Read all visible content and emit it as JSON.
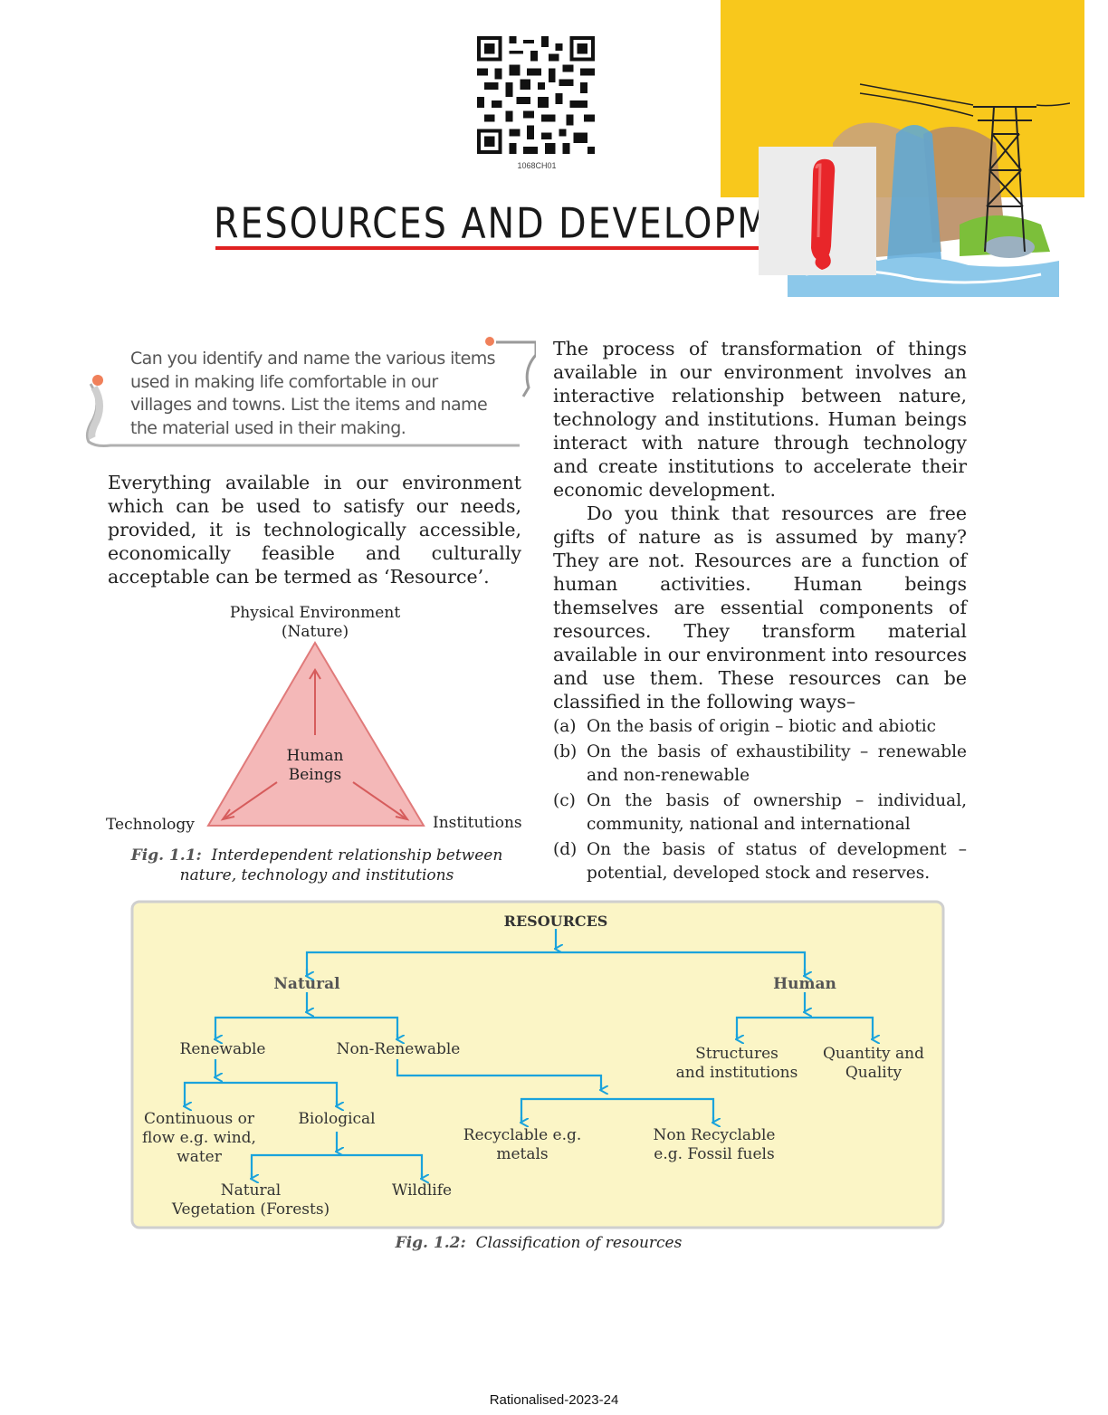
{
  "header": {
    "qr_code_label": "1068CH01",
    "chapter_title": "RESOURCES AND DEVELOPMENT",
    "colors": {
      "accent_yellow": "#f8c81c",
      "rule_red": "#e02020",
      "numeral_red": "#e8262a"
    }
  },
  "question_box": {
    "text": "Can you identify and name the various items used in making life comfortable in our villages and towns. List the items and name the material used in their making."
  },
  "left_paragraph": "Everything available in our environment which can be used to satisfy our needs, provided, it is technologically accessible, economically feasible and culturally acceptable can be termed as ‘Resource’.",
  "right_column": {
    "p1": "The process of transformation of things available in our environment involves an interactive relationship between nature, technology and institutions. Human beings interact with nature through technology and create institutions to accelerate their economic development.",
    "p2": "Do you think that resources are free gifts of nature as is assumed by many? They are not. Resources are a function of human activities. Human beings themselves are essential components of resources. They transform material available in our environment into resources and use them. These resources can be classified in the following ways–",
    "list": [
      {
        "marker": "(a)",
        "text": "On the basis of origin – biotic and abiotic"
      },
      {
        "marker": "(b)",
        "text": "On the basis of exhaustibility – renewable and non-renewable"
      },
      {
        "marker": "(c)",
        "text": "On the basis of ownership – individual, community, national and international"
      },
      {
        "marker": "(d)",
        "text": "On the basis of status of development – potential, developed stock and reserves."
      }
    ]
  },
  "fig11": {
    "top_label_1": "Physical Environment",
    "top_label_2": "(Nature)",
    "center_1": "Human",
    "center_2": "Beings",
    "left_label": "Technology",
    "right_label": "Institutions",
    "caption_num": "Fig. 1.1:",
    "caption_1": "Interdependent relationship between",
    "caption_2": "nature, technology and institutions"
  },
  "fig12": {
    "root": "RESOURCES",
    "natural": "Natural",
    "human": "Human",
    "renewable": "Renewable",
    "non_renewable": "Non-Renewable",
    "structures_1": "Structures",
    "structures_2": "and institutions",
    "quantity_1": "Quantity and",
    "quantity_2": "Quality",
    "continuous_1": "Continuous or",
    "continuous_2": "flow e.g. wind,",
    "continuous_3": "water",
    "biological": "Biological",
    "recyclable_1": "Recyclable e.g.",
    "recyclable_2": "metals",
    "nonrecyclable_1": "Non Recyclable",
    "nonrecyclable_2": "e.g. Fossil fuels",
    "natural_veg_1": "Natural",
    "natural_veg_2": "Vegetation (Forests)",
    "wildlife": "Wildlife",
    "caption_num": "Fig. 1.2:",
    "caption": "Classification of resources"
  },
  "footer": "Rationalised-2023-24"
}
